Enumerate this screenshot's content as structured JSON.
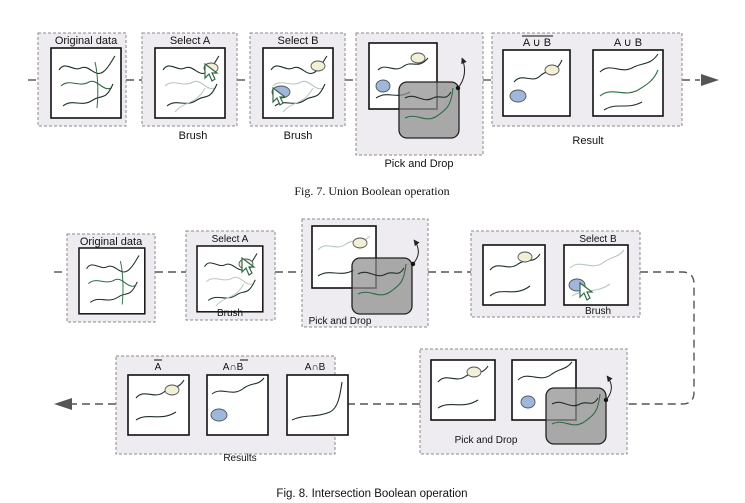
{
  "figure7": {
    "caption": "Fig.  7. Union Boolean operation",
    "steps": {
      "original": "Original data",
      "select_a": "Select A",
      "brush_a": "Brush",
      "select_b": "Select B",
      "brush_b": "Brush",
      "pick_drop": "Pick and Drop",
      "result": "Result"
    },
    "results": {
      "first": "A ∪ B",
      "second": "A ∪ B"
    }
  },
  "figure8": {
    "caption": "Fig. 8. Intersection Boolean operation",
    "steps": {
      "original": "Original data",
      "select_a": "Select A",
      "brush_a": "Brush",
      "pick_drop_1": "Pick and Drop",
      "select_b": "Select B",
      "brush_b": "Brush",
      "pick_drop_2": "Pick and Drop",
      "results": "Results"
    },
    "results": {
      "first": "A",
      "second": "A∩B",
      "second_bar_part": "B",
      "third": "A∩B"
    }
  },
  "colors": {
    "panel_fill": "#eeecf1",
    "panel_stroke": "#8a8a8a",
    "curve_dark": "#1f2f28",
    "curve_green": "#2f6b45",
    "curve_faint": "#b9c9bd",
    "blob_blue": "#9fb7dc",
    "blob_cream": "#f1efd6",
    "drop_box": "#8e8e8e",
    "arrow": "#555555"
  }
}
